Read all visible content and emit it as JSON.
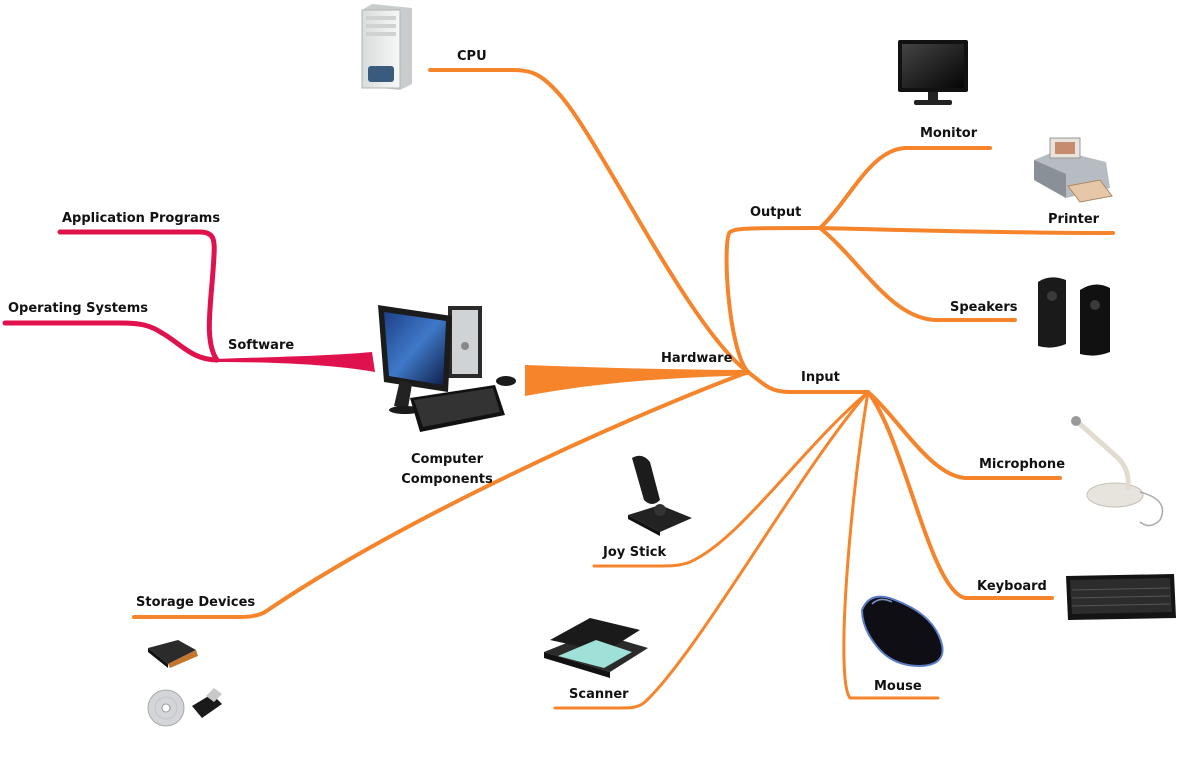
{
  "colors": {
    "hardware_branch": "#f5842b",
    "software_branch": "#e0124e",
    "text": "#111111"
  },
  "diagram": {
    "center": {
      "label_line1": "Computer",
      "label_line2": "Components",
      "icon": "desktop-computer-icon"
    },
    "software": {
      "label": "Software",
      "children": [
        {
          "label": "Application Programs"
        },
        {
          "label": "Operating Systems"
        }
      ]
    },
    "hardware": {
      "label": "Hardware",
      "cpu": {
        "label": "CPU",
        "icon": "tower-case-icon"
      },
      "output": {
        "label": "Output",
        "monitor": {
          "label": "Monitor",
          "icon": "monitor-icon"
        },
        "printer": {
          "label": "Printer",
          "icon": "printer-icon"
        },
        "speakers": {
          "label": "Speakers",
          "icon": "speakers-icon"
        }
      },
      "input": {
        "label": "Input",
        "microphone": {
          "label": "Microphone",
          "icon": "microphone-icon"
        },
        "keyboard": {
          "label": "Keyboard",
          "icon": "keyboard-icon"
        },
        "mouse": {
          "label": "Mouse",
          "icon": "mouse-icon"
        },
        "scanner": {
          "label": "Scanner",
          "icon": "scanner-icon"
        },
        "joystick": {
          "label": "Joy Stick",
          "icon": "joystick-icon"
        }
      },
      "storage": {
        "label": "Storage Devices",
        "icons": [
          "hard-drive-icon",
          "cd-disc-icon",
          "usb-drive-icon"
        ]
      }
    }
  }
}
